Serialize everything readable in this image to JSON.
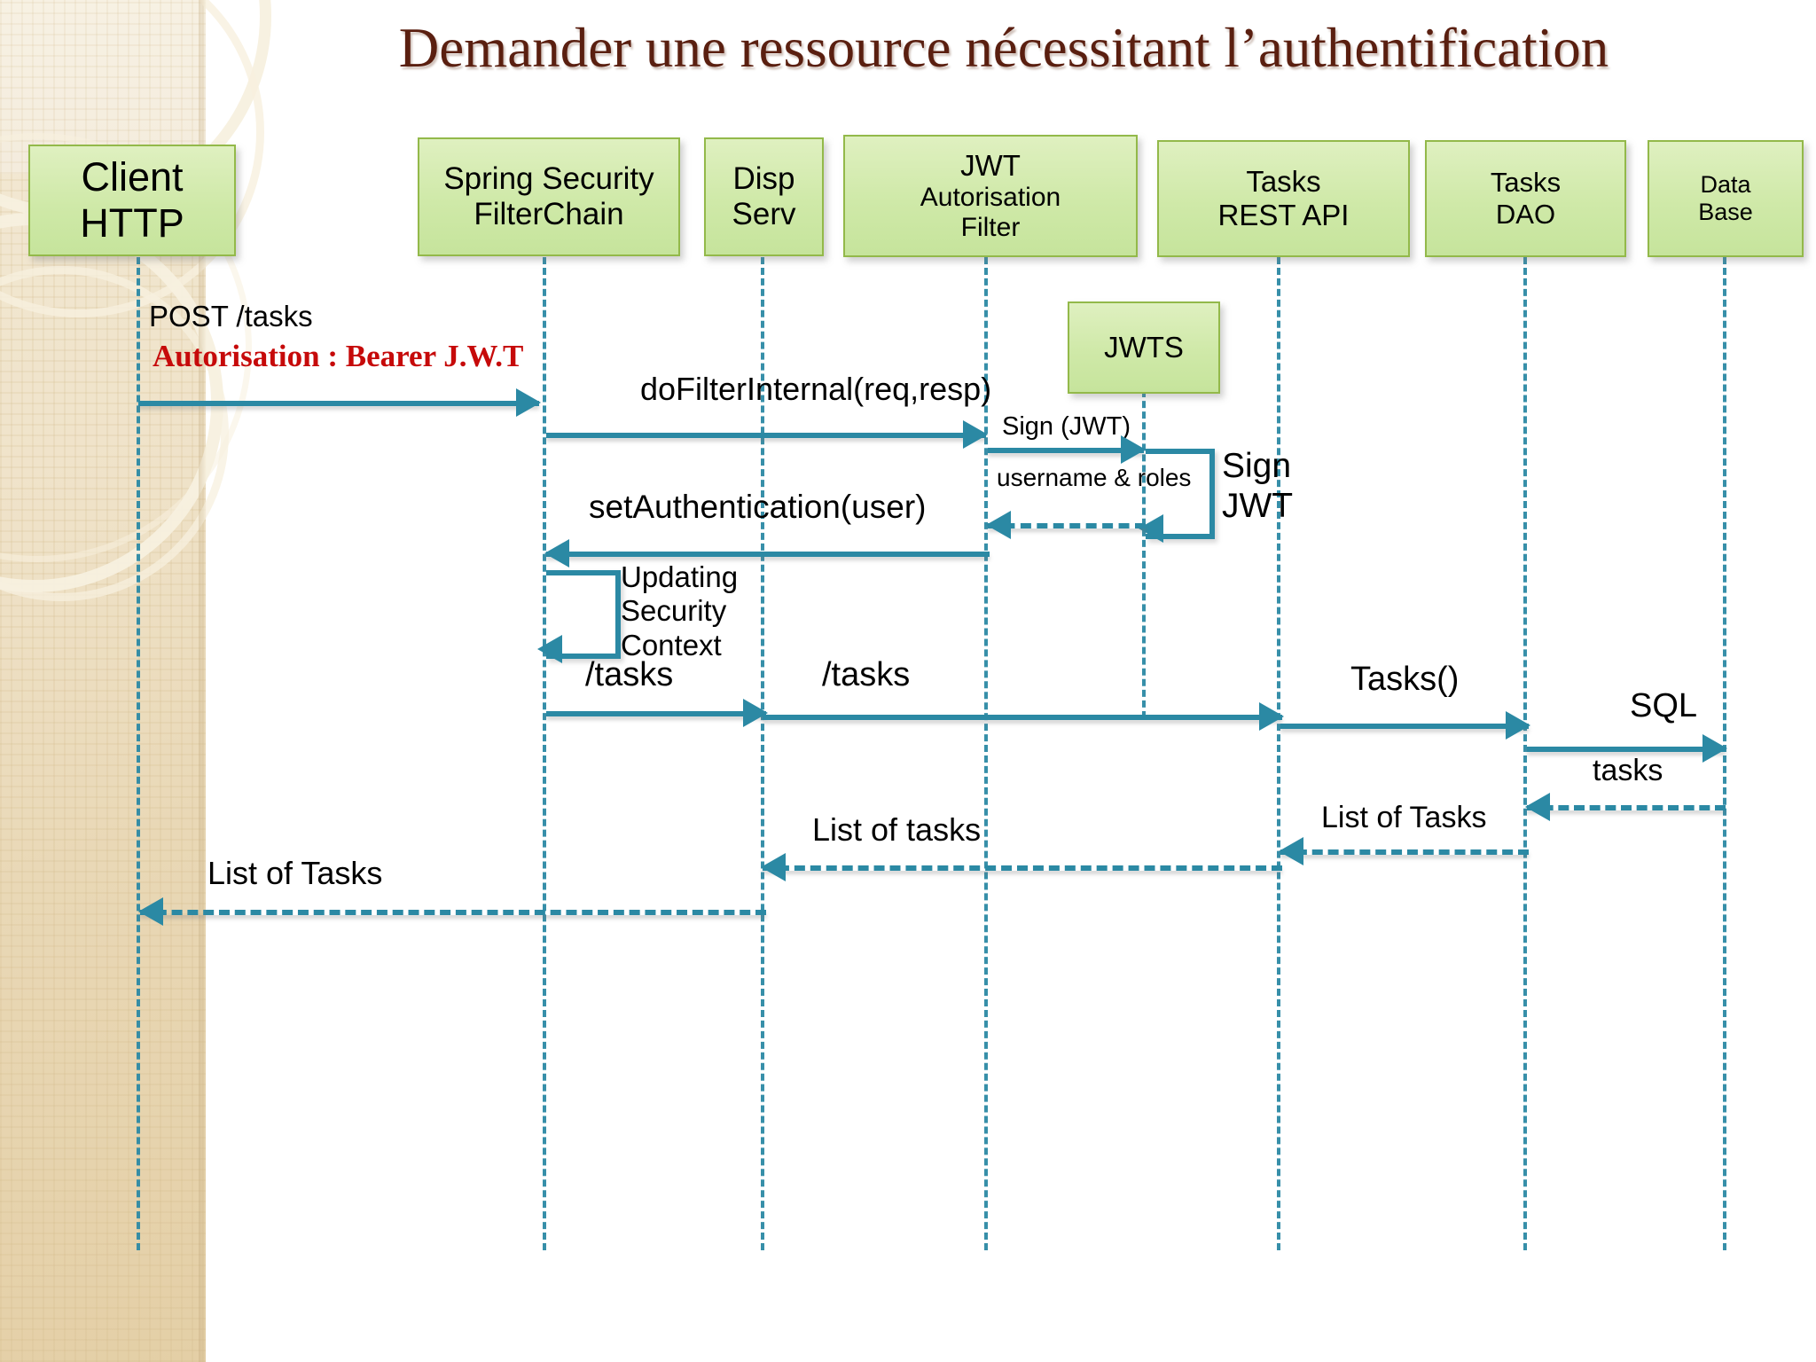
{
  "slide": {
    "title": "Demander une ressource nécessitant l’authentification",
    "title_color": "#5a1f10",
    "accent_color": "#2b89a4",
    "box_fill": "#cfe9a8",
    "box_border": "#93b94a",
    "highlight_color": "#c60a0a"
  },
  "participants": [
    {
      "id": "client",
      "line1": "Client",
      "line2": "HTTP"
    },
    {
      "id": "filterchain",
      "line1": "Spring Security",
      "line2": "FilterChain"
    },
    {
      "id": "dispserv",
      "line1": "Disp",
      "line2": "Serv"
    },
    {
      "id": "jwtfilter",
      "line1": "JWT",
      "line2": "Autorisation",
      "line3": "Filter"
    },
    {
      "id": "tasksapi",
      "line1": "Tasks",
      "line2": "REST API"
    },
    {
      "id": "tasksdao",
      "line1": "Tasks",
      "line2": "DAO"
    },
    {
      "id": "database",
      "line1": "Data",
      "line2": "Base"
    },
    {
      "id": "jwts",
      "line1": "JWTS",
      "line2": ""
    }
  ],
  "messages": [
    {
      "id": "m1",
      "label": "POST /tasks",
      "emphasis": "Autorisation : Bearer J.W.T",
      "from": "client",
      "to": "filterchain",
      "style": "solid"
    },
    {
      "id": "m2",
      "label": "doFilterInternal(req,resp)",
      "from": "filterchain",
      "to": "jwtfilter",
      "style": "solid"
    },
    {
      "id": "m3",
      "label": "Sign (JWT)",
      "from": "jwtfilter",
      "to": "jwts",
      "style": "solid"
    },
    {
      "id": "m4",
      "label": "username & roles",
      "from": "jwts",
      "to": "jwtfilter",
      "style": "dashed"
    },
    {
      "id": "m5",
      "label": "Sign JWT",
      "from": "jwts",
      "to": "jwts",
      "style": "self"
    },
    {
      "id": "m6",
      "label": "setAuthentication(user)",
      "from": "jwtfilter",
      "to": "filterchain",
      "style": "solid"
    },
    {
      "id": "m7",
      "label": "Updating Security Context",
      "from": "filterchain",
      "to": "filterchain",
      "style": "self"
    },
    {
      "id": "m8",
      "label": "/tasks",
      "from": "filterchain",
      "to": "dispserv",
      "style": "solid"
    },
    {
      "id": "m9",
      "label": "/tasks",
      "from": "dispserv",
      "to": "tasksapi",
      "style": "solid"
    },
    {
      "id": "m10",
      "label": "Tasks()",
      "from": "tasksapi",
      "to": "tasksdao",
      "style": "solid"
    },
    {
      "id": "m11",
      "label": "SQL",
      "from": "tasksdao",
      "to": "database",
      "style": "solid"
    },
    {
      "id": "m12",
      "label": "tasks",
      "from": "database",
      "to": "tasksdao",
      "style": "dashed"
    },
    {
      "id": "m13",
      "label": "List of Tasks",
      "from": "tasksdao",
      "to": "tasksapi",
      "style": "dashed"
    },
    {
      "id": "m14",
      "label": "List of tasks",
      "from": "tasksapi",
      "to": "dispserv",
      "style": "dashed"
    },
    {
      "id": "m15",
      "label": "List of Tasks",
      "from": "dispserv",
      "to": "client",
      "style": "dashed"
    }
  ]
}
